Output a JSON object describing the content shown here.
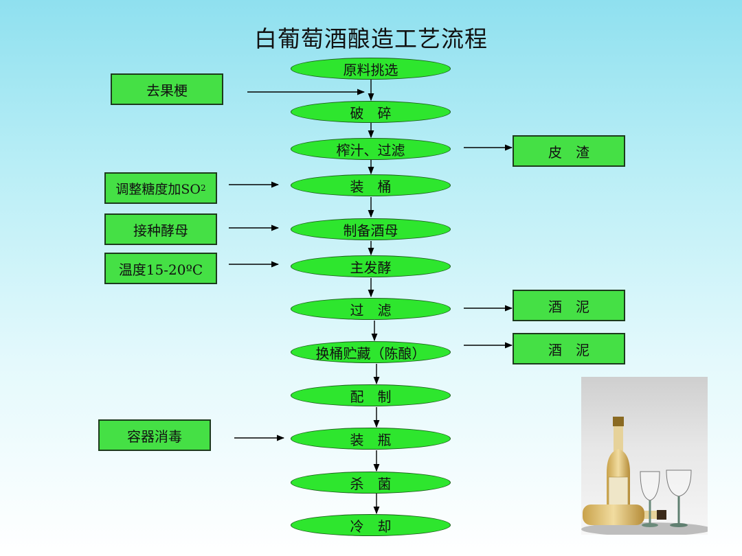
{
  "title": "白葡萄酒酿造工艺流程",
  "main_steps": [
    "原料挑选",
    "破　碎",
    "榨汁、过滤",
    "装　桶",
    "制备酒母",
    "主发酵",
    "过　滤",
    "换桶贮藏（陈酿）",
    "配　制",
    "装　瓶",
    "杀　菌",
    "冷　却"
  ],
  "inputs": {
    "destem": "去果梗",
    "adjust_prefix": "调整糖度加SO",
    "adjust_sub": "2",
    "inoculate": "接种酵母",
    "temperature": "温度15-20ºC",
    "sterilize": "容器消毒"
  },
  "outputs": {
    "pomace": "皮　渣",
    "lees_1": "酒　泥",
    "lees_2": "酒　泥"
  }
}
